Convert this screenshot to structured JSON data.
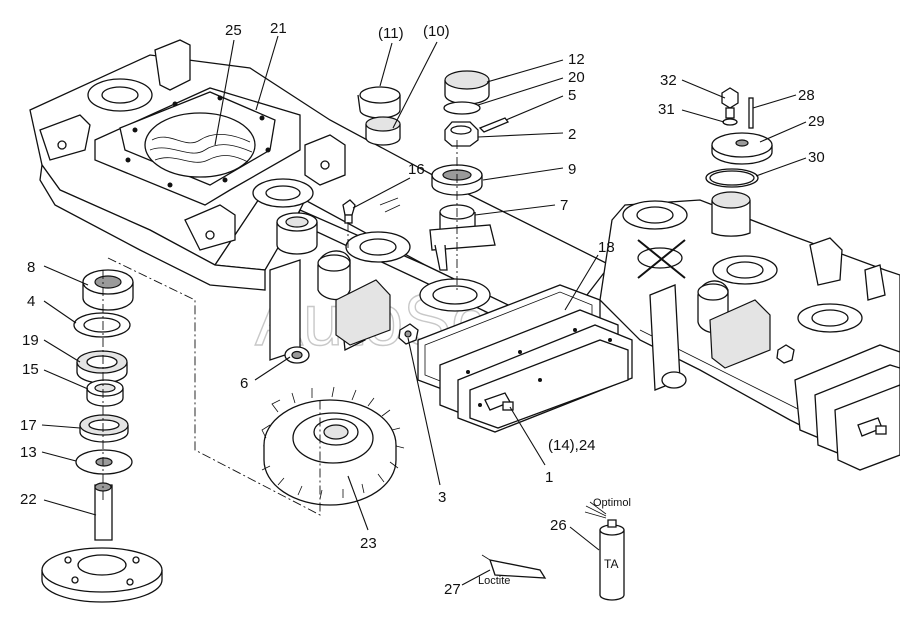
{
  "watermark": "AutoSoft",
  "callouts": {
    "c25": "25",
    "c21": "21",
    "c11": "(11)",
    "c10": "(10)",
    "c12": "12",
    "c20": "20",
    "c5": "5",
    "c2": "2",
    "c9": "9",
    "c7": "7",
    "c16": "16",
    "c18": "18",
    "c32": "32",
    "c28": "28",
    "c31": "31",
    "c29": "29",
    "c30": "30",
    "c8": "8",
    "c4": "4",
    "c19": "19",
    "c15": "15",
    "c17": "17",
    "c13": "13",
    "c22": "22",
    "c6": "6",
    "c3": "3",
    "c1": "1",
    "c14_24": "(14),24",
    "c23": "23",
    "c26": "26",
    "c27": "27"
  },
  "consumables": {
    "spray_label": "Optimol",
    "spray_can_text": "TA",
    "tube_label": "Loctite"
  }
}
